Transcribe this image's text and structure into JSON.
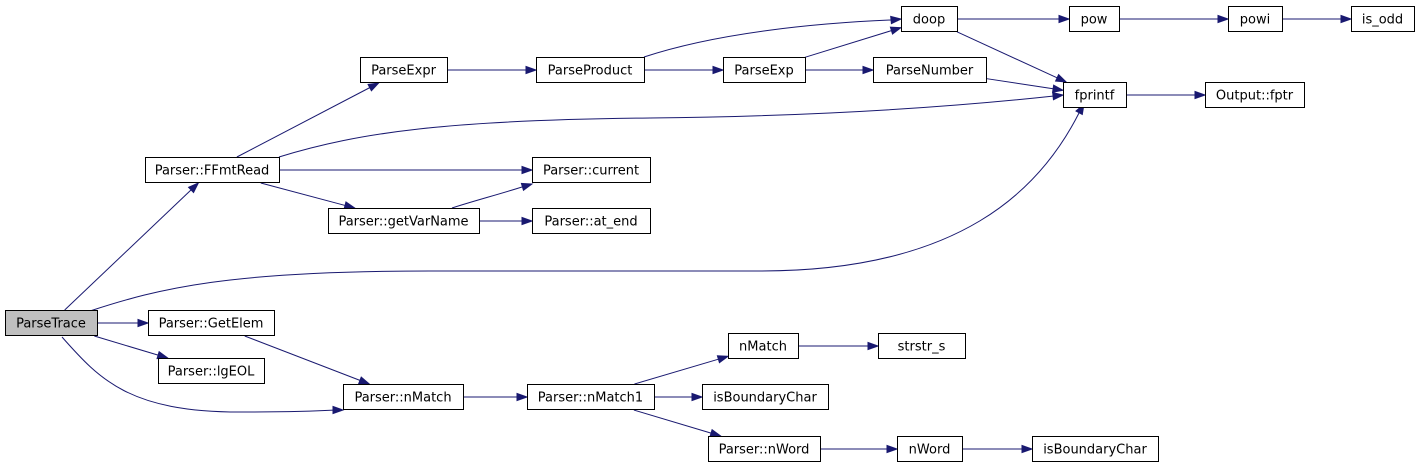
{
  "graph": {
    "colors": {
      "edge": "#191970",
      "node_fill": "#ffffff",
      "root_fill": "#bfbfbf",
      "border": "#000000"
    },
    "nodes": [
      {
        "id": "parsetrace",
        "label": "ParseTrace",
        "root": true
      },
      {
        "id": "ffmtread",
        "label": "Parser::FFmtRead"
      },
      {
        "id": "getelem",
        "label": "Parser::GetElem"
      },
      {
        "id": "lgeol",
        "label": "Parser::lgEOL"
      },
      {
        "id": "nmatch_p",
        "label": "Parser::nMatch"
      },
      {
        "id": "parseexpr",
        "label": "ParseExpr"
      },
      {
        "id": "current",
        "label": "Parser::current"
      },
      {
        "id": "getvarname",
        "label": "Parser::getVarName"
      },
      {
        "id": "atend",
        "label": "Parser::at_end"
      },
      {
        "id": "parseproduct",
        "label": "ParseProduct"
      },
      {
        "id": "parseexp",
        "label": "ParseExp"
      },
      {
        "id": "parsenumber",
        "label": "ParseNumber"
      },
      {
        "id": "doop",
        "label": "doop"
      },
      {
        "id": "pow",
        "label": "pow"
      },
      {
        "id": "powi",
        "label": "powi"
      },
      {
        "id": "isodd",
        "label": "is_odd"
      },
      {
        "id": "fprintf",
        "label": "fprintf"
      },
      {
        "id": "outputfptr",
        "label": "Output::fptr"
      },
      {
        "id": "nmatch1",
        "label": "Parser::nMatch1"
      },
      {
        "id": "nmatch",
        "label": "nMatch"
      },
      {
        "id": "strstrs",
        "label": "strstr_s"
      },
      {
        "id": "isboundary1",
        "label": "isBoundaryChar"
      },
      {
        "id": "nword_p",
        "label": "Parser::nWord"
      },
      {
        "id": "nword",
        "label": "nWord"
      },
      {
        "id": "isboundary2",
        "label": "isBoundaryChar"
      }
    ],
    "edges": [
      {
        "from": "parsetrace",
        "to": "ffmtread"
      },
      {
        "from": "parsetrace",
        "to": "fprintf"
      },
      {
        "from": "parsetrace",
        "to": "getelem"
      },
      {
        "from": "parsetrace",
        "to": "lgeol"
      },
      {
        "from": "parsetrace",
        "to": "nmatch_p"
      },
      {
        "from": "ffmtread",
        "to": "parseexpr"
      },
      {
        "from": "ffmtread",
        "to": "fprintf"
      },
      {
        "from": "ffmtread",
        "to": "current"
      },
      {
        "from": "ffmtread",
        "to": "getvarname"
      },
      {
        "from": "getvarname",
        "to": "current"
      },
      {
        "from": "getvarname",
        "to": "atend"
      },
      {
        "from": "parseexpr",
        "to": "parseproduct"
      },
      {
        "from": "parseproduct",
        "to": "doop"
      },
      {
        "from": "parseproduct",
        "to": "parseexp"
      },
      {
        "from": "parseexp",
        "to": "doop"
      },
      {
        "from": "parseexp",
        "to": "parsenumber"
      },
      {
        "from": "parsenumber",
        "to": "fprintf"
      },
      {
        "from": "doop",
        "to": "pow"
      },
      {
        "from": "doop",
        "to": "fprintf"
      },
      {
        "from": "pow",
        "to": "powi"
      },
      {
        "from": "powi",
        "to": "isodd"
      },
      {
        "from": "fprintf",
        "to": "outputfptr"
      },
      {
        "from": "getelem",
        "to": "nmatch_p"
      },
      {
        "from": "nmatch_p",
        "to": "nmatch1"
      },
      {
        "from": "nmatch1",
        "to": "nmatch"
      },
      {
        "from": "nmatch1",
        "to": "isboundary1"
      },
      {
        "from": "nmatch1",
        "to": "nword_p"
      },
      {
        "from": "nmatch",
        "to": "strstrs"
      },
      {
        "from": "nword_p",
        "to": "nword"
      },
      {
        "from": "nword",
        "to": "isboundary2"
      }
    ]
  }
}
